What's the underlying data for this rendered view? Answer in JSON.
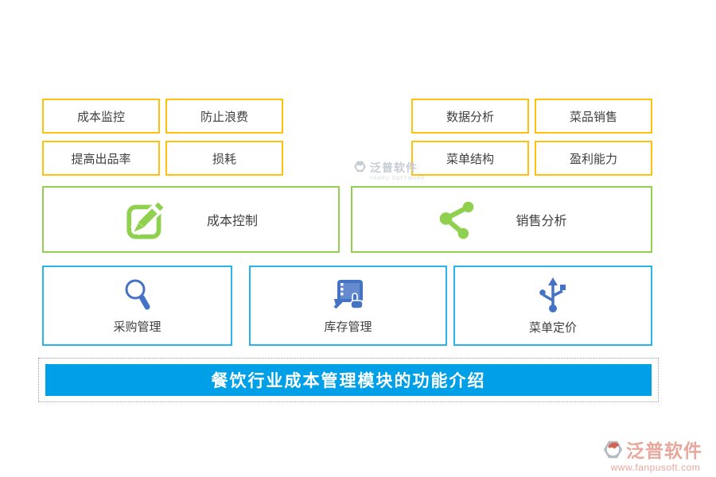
{
  "tags": {
    "left": [
      "成本监控",
      "防止浪费",
      "提高出品率",
      "损耗"
    ],
    "right": [
      "数据分析",
      "菜品销售",
      "菜单结构",
      "盈利能力"
    ]
  },
  "modules": {
    "green": [
      {
        "label": "成本控制",
        "icon": "edit-icon"
      },
      {
        "label": "销售分析",
        "icon": "share-icon"
      }
    ],
    "blue": [
      {
        "label": "采购管理",
        "icon": "magnifier-icon"
      },
      {
        "label": "库存管理",
        "icon": "touch-screen-icon"
      },
      {
        "label": "菜单定价",
        "icon": "usb-icon"
      }
    ]
  },
  "banner": {
    "title": "餐饮行业成本管理模块的功能介绍"
  },
  "watermark_center": {
    "brand": "泛普软件",
    "subtitle": "FANPU SOFTWARE"
  },
  "watermark_corner": {
    "brand": "泛普软件",
    "url": "www.fanpusoft.com"
  },
  "colors": {
    "tag_border": "#FFC10D",
    "green_border": "#92D050",
    "blue_border": "#29B3EC",
    "icon_green": "#8FD14F",
    "icon_blue": "#4472C4",
    "banner_bg": "#00A0E8",
    "banner_text": "#FFFFFF",
    "watermark_pink": "#E7A79D",
    "watermark_gray": "#C6CCD4"
  }
}
